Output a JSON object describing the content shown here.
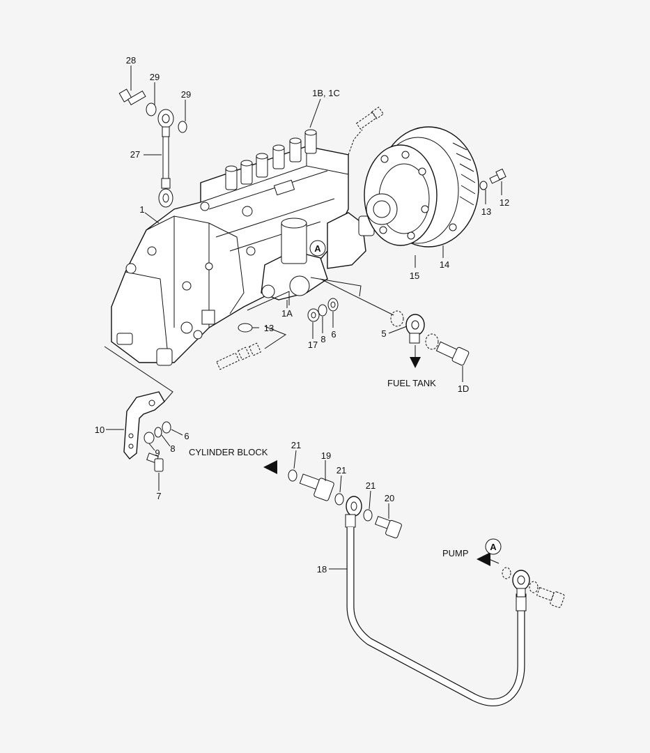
{
  "callouts": {
    "c28": "28",
    "c29a": "29",
    "c29b": "29",
    "c27": "27",
    "c1": "1",
    "c1b1c": "1B, 1C",
    "c12": "12",
    "c13a": "13",
    "c14": "14",
    "c15": "15",
    "c1a": "1A",
    "c13b": "13",
    "c17": "17",
    "c8a": "8",
    "c6a": "6",
    "c5": "5",
    "c1d": "1D",
    "c10": "10",
    "c6b": "6",
    "c8b": "8",
    "c9": "9",
    "c7": "7",
    "c21a": "21",
    "c19": "19",
    "c21b": "21",
    "c21c": "21",
    "c20": "20",
    "c18": "18"
  },
  "labels": {
    "fuel_tank": "FUEL TANK",
    "cylinder_block": "CYLINDER BLOCK",
    "pump": "PUMP",
    "ref_a_pump": "A",
    "ref_a_body": "A"
  },
  "colors": {
    "ink": "#111111",
    "paper": "#f5f5f5"
  }
}
